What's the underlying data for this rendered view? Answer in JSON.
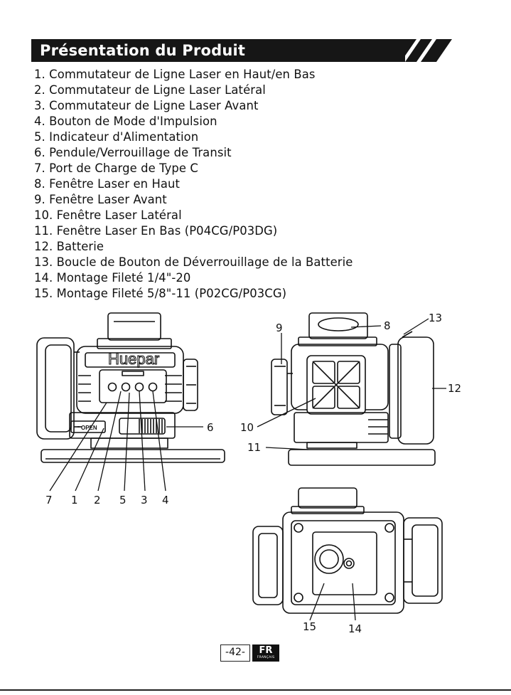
{
  "header": {
    "title": "Présentation du Produit"
  },
  "features": [
    "1. Commutateur de Ligne Laser en Haut/en Bas",
    "2. Commutateur de Ligne Laser Latéral",
    "3. Commutateur de Ligne Laser Avant",
    "4. Bouton de Mode d'Impulsion",
    "5. Indicateur d'Alimentation",
    "6. Pendule/Verrouillage de Transit",
    "7. Port de Charge de Type C",
    "8. Fenêtre Laser en Haut",
    "9. Fenêtre Laser Avant",
    "10. Fenêtre Laser Latéral",
    "11. Fenêtre Laser En Bas (P04CG/P03DG)",
    "12. Batterie",
    "13. Boucle de Bouton de Déverrouillage de la Batterie",
    "14. Montage Fileté 1/4\"-20",
    "15. Montage Fileté 5/8\"-11 (P02CG/P03CG)"
  ],
  "diagram": {
    "brand": "Huepar",
    "open_label": "OPEN",
    "callouts": [
      "7",
      "1",
      "2",
      "5",
      "3",
      "4",
      "6",
      "9",
      "8",
      "13",
      "12",
      "10",
      "11",
      "15",
      "14"
    ]
  },
  "footer": {
    "page": "-42-",
    "lang_code": "FR",
    "lang_name": "FRANÇAIS"
  }
}
